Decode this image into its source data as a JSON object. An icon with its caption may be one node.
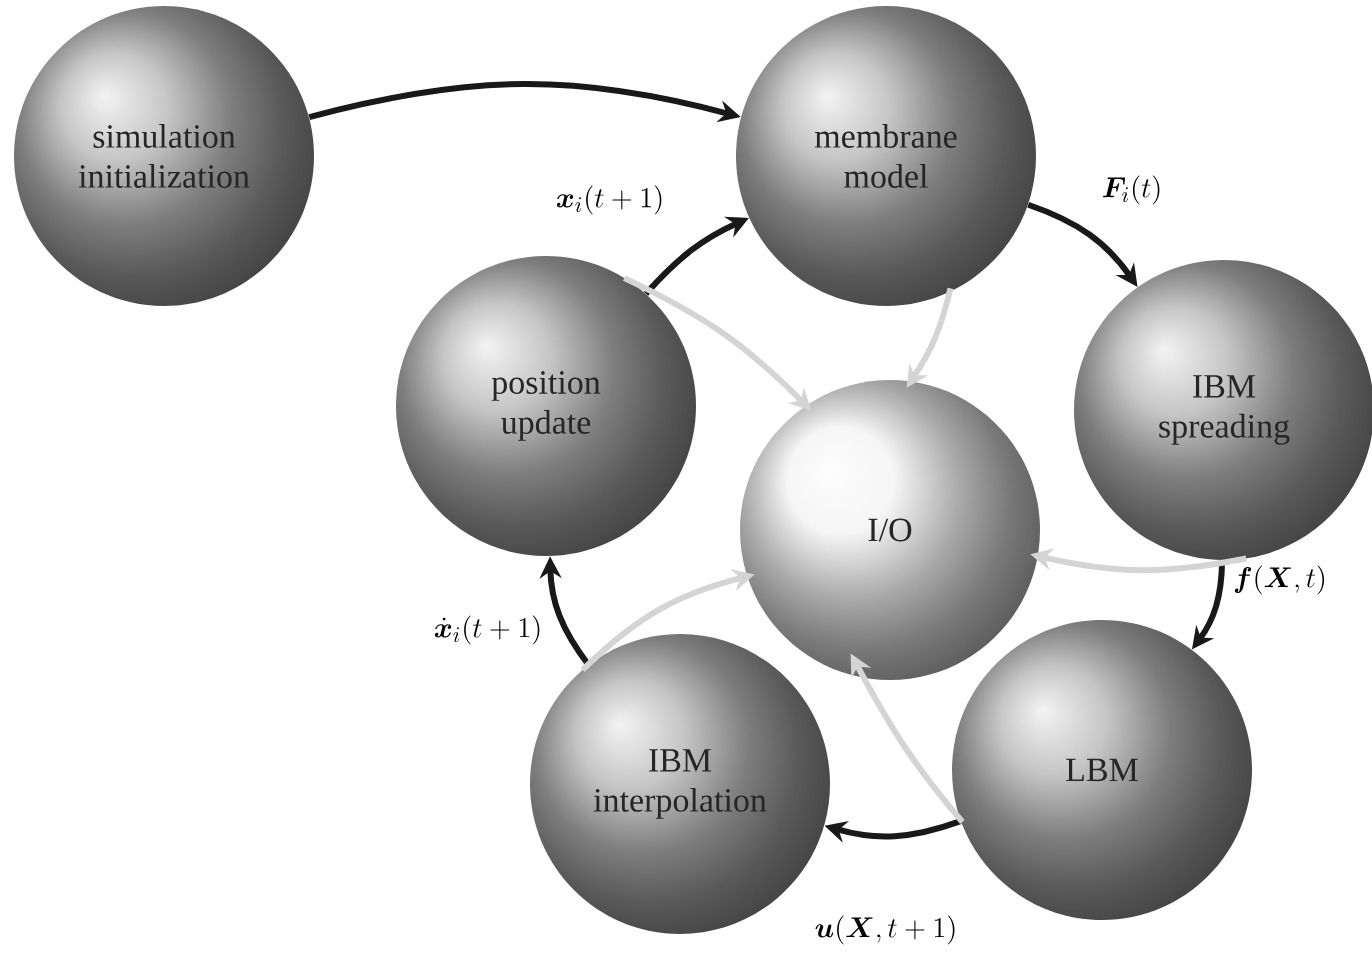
{
  "diagram": {
    "nodes": [
      {
        "text": [
          "simulation initialization"
        ]
      },
      {
        "text": [
          "membrane model"
        ]
      },
      {
        "text": [
          "IBM spreading"
        ]
      },
      {
        "text": [
          "I/O"
        ]
      },
      {
        "text": [
          "position update"
        ]
      },
      {
        "text": [
          "IBM interpolation"
        ]
      },
      {
        "text": [
          "LBM"
        ]
      }
    ],
    "edges": [
      {
        "from": 0,
        "to": 1,
        "arrow": "to"
      },
      {
        "from": 1,
        "to": 2,
        "arrow": "to",
        "label": "\\boldsymbol{F}_i(t)"
      },
      {
        "from": 2,
        "to": 6,
        "arrow": "to",
        "label": "\\boldsymbol{f}(\\boldsymbol{X},t)"
      },
      {
        "from": 6,
        "to": 5,
        "arrow": "to",
        "label": "\\boldsymbol{u}(\\boldsymbol{X},t+1)"
      },
      {
        "from": 5,
        "to": 4,
        "arrow": "to",
        "label": "\\dot{\\boldsymbol{x}}_i(t+1)"
      },
      {
        "from": 4,
        "to": 1,
        "arrow": "to",
        "label": "\\boldsymbol{x}_i(t+1)"
      },
      {
        "from": 1,
        "to": 3,
        "arrow": "to",
        "color": "#d4d4d4"
      },
      {
        "from": 2,
        "to": 3,
        "arrow": "to",
        "color": "#d4d4d4"
      },
      {
        "from": 6,
        "to": 3,
        "arrow": "to",
        "color": "#d4d4d4"
      },
      {
        "from": 5,
        "to": 3,
        "arrow": "to",
        "color": "#d4d4d4"
      },
      {
        "from": 4,
        "to": 3,
        "arrow": "to",
        "color": "#d4d4d4"
      }
    ]
  }
}
